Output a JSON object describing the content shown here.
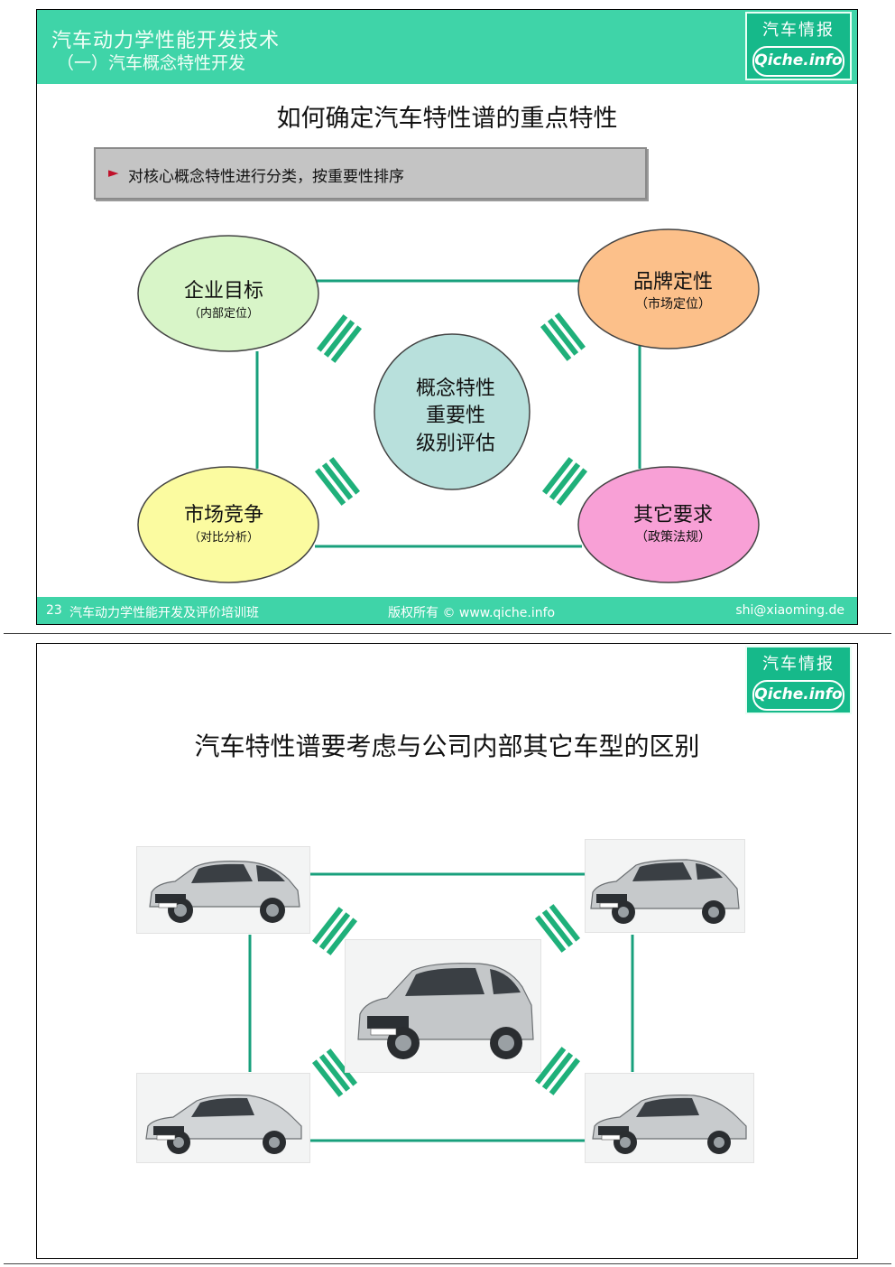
{
  "slide1": {
    "header_title": "汽车动力学性能开发技术",
    "header_subtitle": "（一）汽车概念特性开发",
    "logo_top": "汽车情报",
    "logo_bottom": "Qiche.info",
    "title": "如何确定汽车特性谱的重点特性",
    "bullet": "对核心概念特性进行分类，按重要性排序",
    "bullet_marker": "►",
    "nodes": {
      "top_left": {
        "label": "企业目标",
        "sub": "（内部定位）",
        "color": "#d8f5c8"
      },
      "top_right": {
        "label": "品牌定性",
        "sub": "（市场定位）",
        "color": "#fcc08a"
      },
      "bottom_left": {
        "label": "市场竞争",
        "sub": "（对比分析）",
        "color": "#fbfba0"
      },
      "bottom_right": {
        "label": "其它要求",
        "sub": "（政策法规）",
        "color": "#f8a0d6"
      },
      "center": {
        "line1": "概念特性",
        "line2": "重要性",
        "line3": "级别评估",
        "color": "#b8e0dc"
      }
    },
    "footer": {
      "page": "23",
      "course": "汽车动力学性能开发及评价培训班",
      "copyright": "版权所有 © www.qiche.info",
      "email": "shi@xiaoming.de"
    },
    "accent_color": "#3fd4a8",
    "line_color": "#18a07c"
  },
  "slide2": {
    "logo_top": "汽车情报",
    "logo_bottom": "Qiche.info",
    "title": "汽车特性谱要考虑与公司内部其它车型的区别",
    "cars": {
      "top_left": "car-photo-allroad",
      "top_right": "car-photo-avant",
      "center": "car-photo-suv",
      "bottom_left": "car-photo-sportback",
      "bottom_right": "car-photo-sedan"
    }
  }
}
